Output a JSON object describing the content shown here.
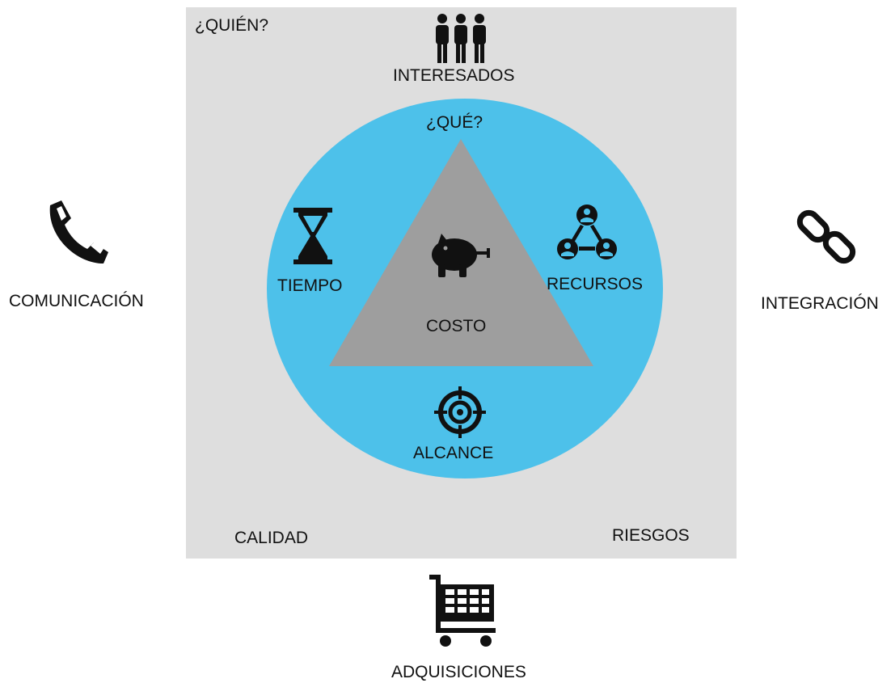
{
  "outer": {
    "who_label": "¿QUIÉN?",
    "stakeholders_label": "INTERESADOS",
    "quality_label": "CALIDAD",
    "risks_label": "RIESGOS"
  },
  "inner": {
    "what_label": "¿QUÉ?",
    "time_label": "TIEMPO",
    "resources_label": "RECURSOS",
    "cost_label": "COSTO",
    "scope_label": "ALCANCE"
  },
  "external": {
    "communication_label": "COMUNICACIÓN",
    "integration_label": "INTEGRACIÓN",
    "procurement_label": "ADQUISICIONES"
  },
  "colors": {
    "square": "#dedede",
    "circle": "#4dc1ea",
    "triangle": "#9e9e9e"
  },
  "icons": [
    "people-icon",
    "phone-icon",
    "link-icon",
    "hourglass-icon",
    "piggy-bank-icon",
    "network-icon",
    "target-icon",
    "cart-icon"
  ]
}
